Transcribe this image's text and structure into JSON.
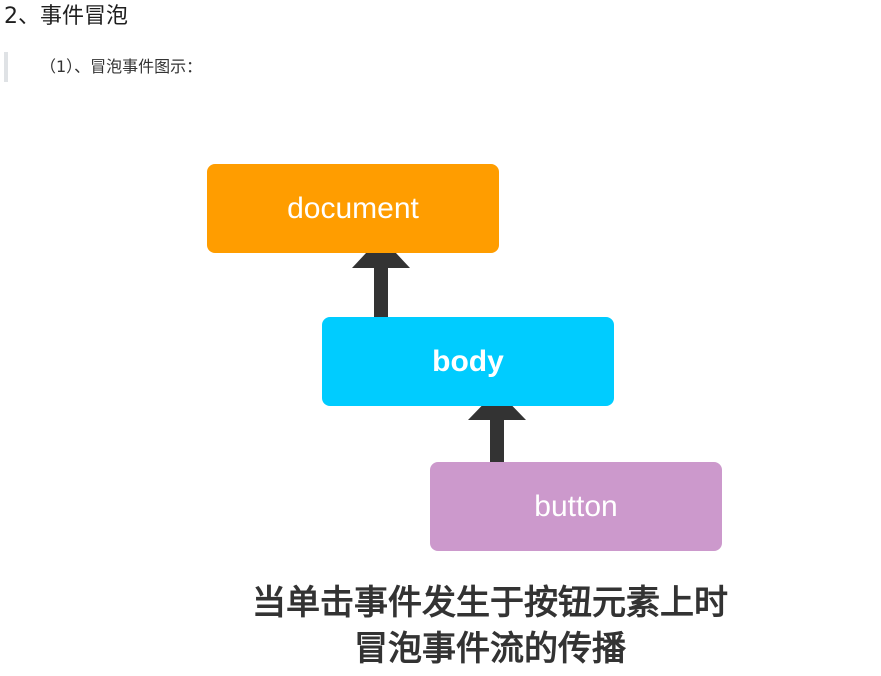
{
  "heading": "2、事件冒泡",
  "subheading": "（1）、冒泡事件图示：",
  "diagram": {
    "nodes": {
      "document": "document",
      "body": "body",
      "button": "button"
    },
    "caption_line1": "当单击事件发生于按钮元素上时",
    "caption_line2": "冒泡事件流的传播",
    "colors": {
      "document": "#ff9d00",
      "body": "#00ccff",
      "button": "#cc99cc",
      "arrow": "#333333"
    }
  }
}
